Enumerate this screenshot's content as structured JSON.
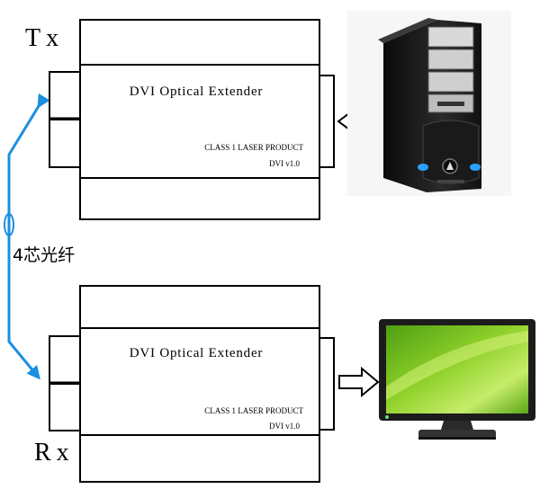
{
  "labels": {
    "tx": "Tx",
    "rx": "Rx",
    "fiber": "4芯光纤"
  },
  "tx_unit": {
    "title": "DVI Optical Extender",
    "laser_note": "CLASS 1 LASER PRODUCT",
    "version": "DVI v1.0"
  },
  "rx_unit": {
    "title": "DVI Optical Extender",
    "laser_note": "CLASS 1 LASER PRODUCT",
    "version": "DVI v1.0"
  },
  "devices": {
    "source": "computer-tower-icon",
    "display": "monitor-icon"
  },
  "colors": {
    "fiber": "#1b8fe0",
    "monitor_screen": "#7cc41f",
    "stroke": "#000000"
  }
}
